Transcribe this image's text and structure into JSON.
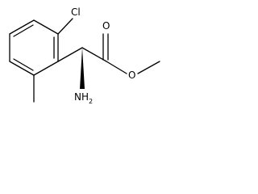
{
  "molecule": {
    "bond_color": "#000000",
    "label_color": "#000000",
    "labels": {
      "chlorine": "Cl",
      "ester_carbonyl_oxygen": "O",
      "ester_ether_oxygen": "O",
      "amine_main": "NH",
      "amine_subscript": "2"
    }
  }
}
